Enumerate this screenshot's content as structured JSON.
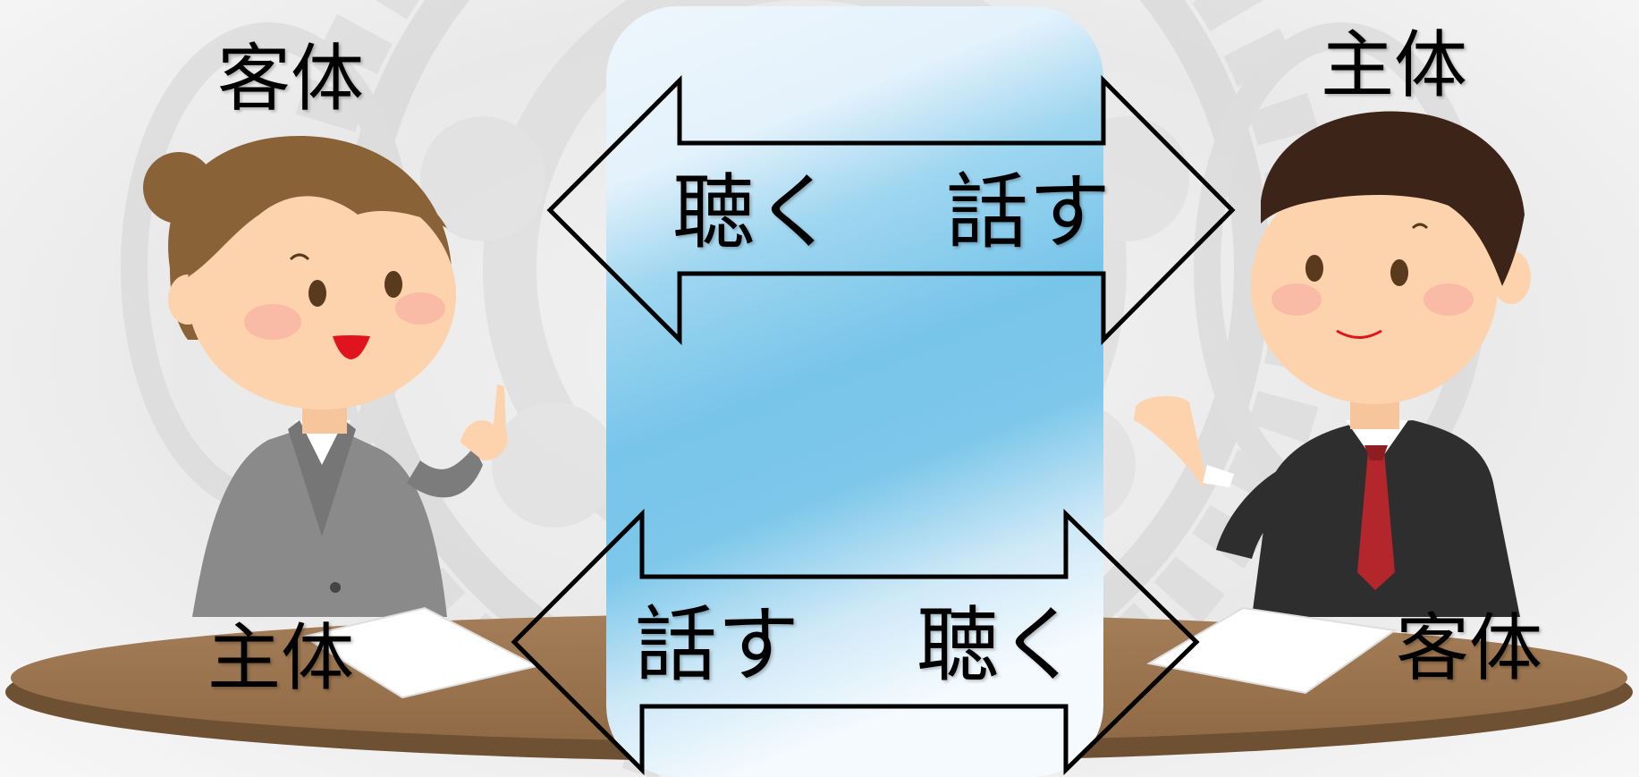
{
  "colors": {
    "center_panel_top": "#eef6fd",
    "center_panel_mid": "#78c5ea",
    "table_top": "#9b7651",
    "table_edge": "#6e5033",
    "woman_hair": "#8a6238",
    "man_hair": "#3d2418",
    "skin": "#fdd3ad",
    "woman_suit": "#8a8a8a",
    "man_suit": "#2e2e2e",
    "man_tie": "#b3262c",
    "woman_lips": "#e0141e"
  },
  "diagram": {
    "left_person": {
      "top_role": "客体",
      "bottom_role": "主体"
    },
    "right_person": {
      "top_role": "主体",
      "bottom_role": "客体"
    },
    "top_arrow": {
      "left_verb": "聴く",
      "right_verb": "話す"
    },
    "bottom_arrow": {
      "left_verb": "話す",
      "right_verb": "聴く"
    }
  }
}
